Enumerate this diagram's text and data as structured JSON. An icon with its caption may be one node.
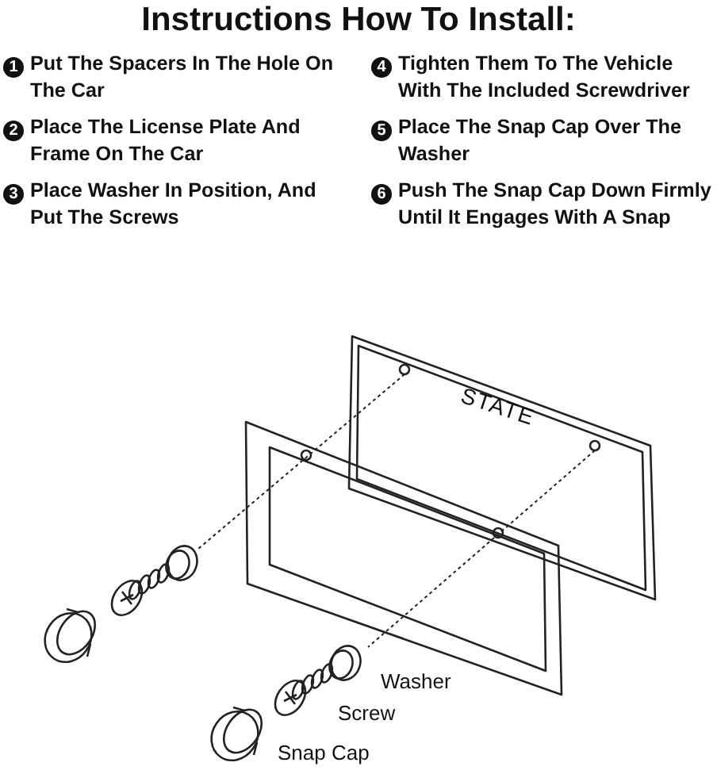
{
  "diagram": {
    "title": "Instructions How To Install:",
    "labels": [
      "1",
      "Put The Spacers In The Hole On The Car",
      "4",
      "Tighten Them To The Vehicle With The Included Screwdriver",
      "2",
      "Place The License Plate And Frame On The Car",
      "5",
      "Place The Snap Cap Over The Washer",
      "3",
      "Place Washer In Position, And Put The Screws",
      "6",
      "Push The Snap Cap Down Firmly Until It Engages With A Snap",
      "STATE",
      "Washer",
      "Screw",
      "Snap Cap"
    ]
  }
}
